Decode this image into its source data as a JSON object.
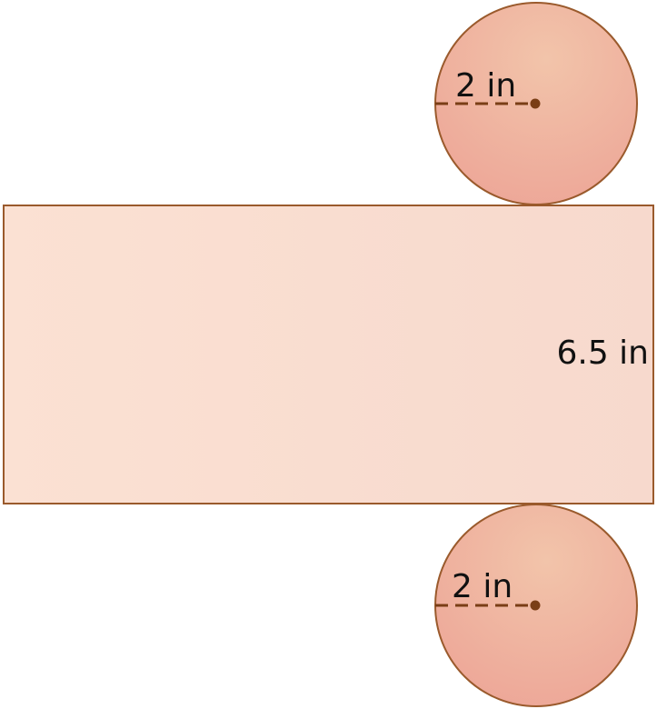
{
  "figure": {
    "top_circle": {
      "radius_label": "2 in"
    },
    "rectangle": {
      "height_label": "6.5 in"
    },
    "bottom_circle": {
      "radius_label": "2 in"
    }
  },
  "colors": {
    "outline": "#9a5a2c",
    "radius_line": "#7a3e16",
    "rect_fill_left": "#fbe1d3",
    "rect_fill_right": "#f7d9cd",
    "circle_fill_center": "#f2c4aa",
    "circle_fill_edge": "#eda798"
  }
}
